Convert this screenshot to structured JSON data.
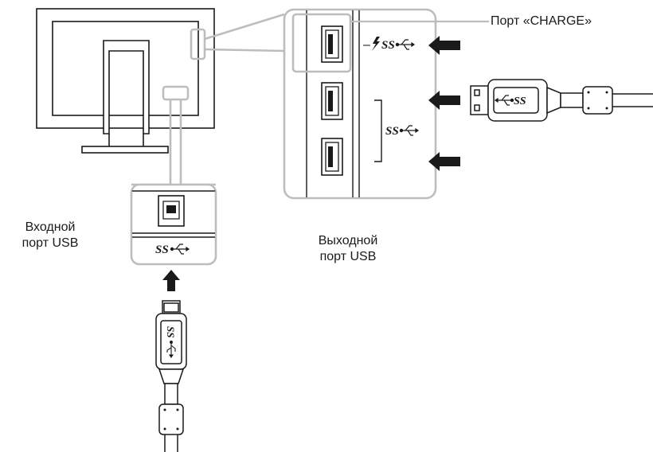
{
  "labels": {
    "charge_port": "Порт «CHARGE»",
    "upstream_line1": "Входной",
    "upstream_line2": "порт USB",
    "downstream_line1": "Выходной",
    "downstream_line2": "порт USB"
  },
  "logos": {
    "superspeed": "SS",
    "charge_prefix": "–"
  },
  "colors": {
    "outline": "#1a1a1a",
    "callout_gray": "#bdbdbd",
    "background": "#ffffff"
  },
  "icons": [
    "monitor",
    "usb-a-port",
    "usb-b-port",
    "usb-a-plug",
    "usb-b-plug",
    "ferrite-core",
    "arrow-left",
    "arrow-up",
    "lightning-bolt",
    "usb-trident"
  ]
}
